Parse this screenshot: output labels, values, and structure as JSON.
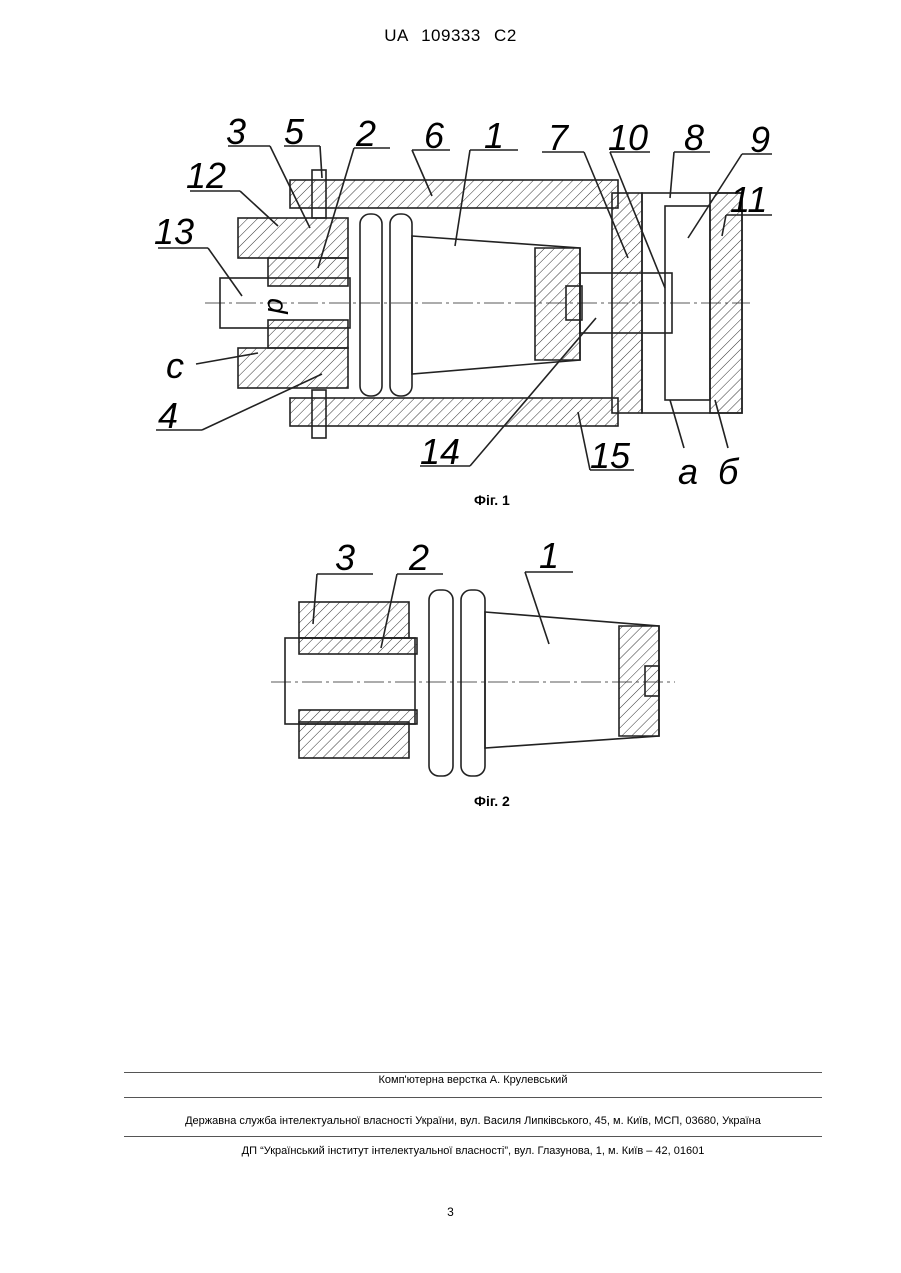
{
  "header": {
    "doc_id": "UA   109333   C2"
  },
  "figures": [
    {
      "caption": "Фіг. 1",
      "labels": [
        "3",
        "5",
        "2",
        "6",
        "1",
        "7",
        "10",
        "8",
        "9",
        "12",
        "11",
        "13",
        "d",
        "c",
        "4",
        "14",
        "15",
        "а",
        "б"
      ]
    },
    {
      "caption": "Фіг. 2",
      "labels": [
        "3",
        "2",
        "1"
      ]
    }
  ],
  "footer": {
    "layout_credit": "Комп'ютерна верстка А. Крулевський",
    "agency": "Державна служба інтелектуальної власності України, вул. Василя Липківського, 45, м. Київ, МСП, 03680, Україна",
    "institute": "ДП “Український інститут інтелектуальної власності”, вул. Глазунова, 1, м. Київ – 42, 01601"
  },
  "page_number": "3"
}
